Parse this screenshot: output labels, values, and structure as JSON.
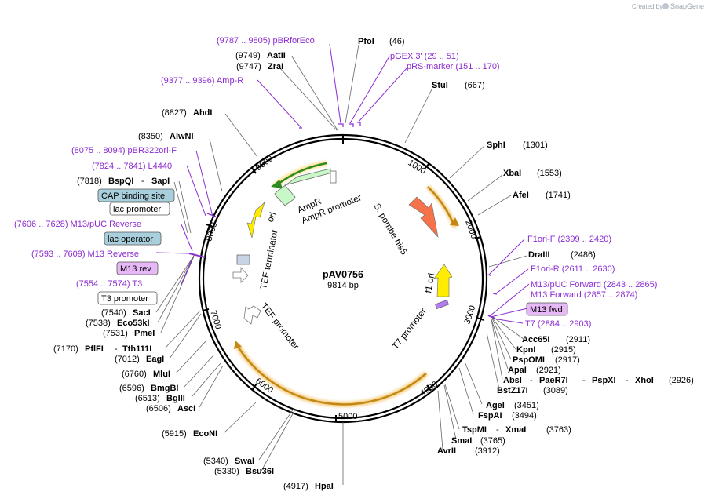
{
  "brand": {
    "created_by": "Created by",
    "app_name": "SnapGene"
  },
  "plasmid": {
    "name": "pAV0756",
    "size": "9814 bp"
  },
  "ticks": [
    "1000",
    "2000",
    "3000",
    "4000",
    "5000",
    "6000",
    "7000",
    "8000",
    "9000"
  ],
  "features": {
    "ampr": "AmpR",
    "ampr_promoter": "AmpR promoter",
    "ori": "ori",
    "tef_terminator": "TEF terminator",
    "tef_promoter": "TEF promoter",
    "spombe_his5": "S. pombe his5",
    "f1_ori": "f1 ori",
    "t7_promoter": "T7 promoter",
    "cap_binding_site": "CAP binding site",
    "lac_promoter": "lac promoter",
    "lac_operator": "lac operator",
    "m13_rev": "M13 rev",
    "t3_promoter": "T3 promoter",
    "m13_fwd": "M13 fwd"
  },
  "primers": {
    "pbrforeco": "(9787 .. 9805)  pBRforEco",
    "pgex3": "pGEX 3'     (29 .. 51)",
    "prs_marker": "pRS-marker     (151 .. 170)",
    "amp_r": "(9377 .. 9396)  Amp-R",
    "pbr322ori_f": "(8075 .. 8094)  pBR322ori-F",
    "l4440": "(7824 .. 7841)  L4440",
    "m13_puc_reverse": "(7606 .. 7628)  M13/pUC Reverse",
    "m13_reverse": "(7593 .. 7609)  M13 Reverse",
    "t3": "(7554 .. 7574)  T3",
    "f1ori_f": "F1ori-F     (2399 .. 2420)",
    "f1ori_r": "F1ori-R     (2611 .. 2630)",
    "m13_puc_forward": "M13/pUC Forward     (2843 .. 2865)",
    "m13_forward": "M13 Forward     (2857 .. 2874)",
    "t7": "T7     (2884 .. 2903)"
  },
  "enzymes": {
    "pfoi": {
      "name": "PfoI",
      "pos": "(46)"
    },
    "aatii": {
      "pos": "(9749)",
      "name": "AatII"
    },
    "zrai": {
      "pos": "(9747)",
      "name": "ZraI"
    },
    "stui": {
      "name": "StuI",
      "pos": "(667)"
    },
    "ahdi": {
      "pos": "(8827)",
      "name": "AhdI"
    },
    "alwni": {
      "pos": "(8350)",
      "name": "AlwNI"
    },
    "sphi": {
      "name": "SphI",
      "pos": "(1301)"
    },
    "xbai": {
      "name": "XbaI",
      "pos": "(1553)"
    },
    "afei": {
      "name": "AfeI",
      "pos": "(1741)"
    },
    "bspqi_sapi": {
      "pos": "(7818)",
      "name": "BspQI",
      "name2": "SapI"
    },
    "draiii": {
      "name": "DraIII",
      "pos": "(2486)"
    },
    "saci": {
      "pos": "(7540)",
      "name": "SacI"
    },
    "eco53ki": {
      "pos": "(7538)",
      "name": "Eco53kI"
    },
    "pmei": {
      "pos": "(7531)",
      "name": "PmeI"
    },
    "pflfi_tth111i": {
      "pos": "(7170)",
      "name": "PflFI",
      "name2": "Tth111I"
    },
    "eagi": {
      "pos": "(7012)",
      "name": "EagI"
    },
    "mlui": {
      "pos": "(6760)",
      "name": "MluI"
    },
    "bmgbi": {
      "pos": "(6596)",
      "name": "BmgBI"
    },
    "bglii": {
      "pos": "(6513)",
      "name": "BglII"
    },
    "asci": {
      "pos": "(6506)",
      "name": "AscI"
    },
    "econi": {
      "pos": "(5915)",
      "name": "EcoNI"
    },
    "swai": {
      "pos": "(5340)",
      "name": "SwaI"
    },
    "bsu36i": {
      "pos": "(5330)",
      "name": "Bsu36I"
    },
    "hpai": {
      "pos": "(4917)",
      "name": "HpaI"
    },
    "acc65i": {
      "name": "Acc65I",
      "pos": "(2911)"
    },
    "kpni": {
      "name": "KpnI",
      "pos": "(2915)"
    },
    "pspomi": {
      "name": "PspOMI",
      "pos": "(2917)"
    },
    "apai": {
      "name": "ApaI",
      "pos": "(2921)"
    },
    "absi_group": {
      "name1": "AbsI",
      "name2": "PaeR7I",
      "name3": "PspXI",
      "name4": "XhoI",
      "pos": "(2926)"
    },
    "bstz17i": {
      "name": "BstZ17I",
      "pos": "(3089)"
    },
    "agei": {
      "name": "AgeI",
      "pos": "(3451)"
    },
    "fspai": {
      "name": "FspAI",
      "pos": "(3494)"
    },
    "tspmi_xmai": {
      "name1": "TspMI",
      "name2": "XmaI",
      "pos": "(3763)"
    },
    "smai": {
      "name": "SmaI",
      "pos": "(3765)"
    },
    "avrii": {
      "name": "AvrII",
      "pos": "(3912)"
    }
  }
}
